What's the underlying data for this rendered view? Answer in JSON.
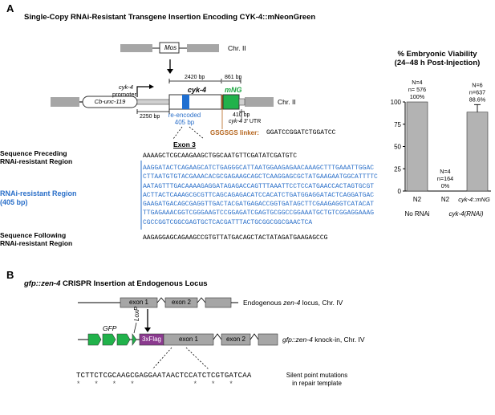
{
  "panel_a": {
    "letter": "A",
    "title": "Single-Copy RNAi-Resistant Transgene Insertion Encoding CYK-4::mNeonGreen",
    "mos_label": "Mos",
    "chr_ii_top": "Chr. II",
    "chr_ii_bottom": "Chr. II",
    "bp_2420": "2420 bp",
    "bp_861": "861 bp",
    "bp_2250": "2250 bp",
    "bp_410": "410 bp",
    "cyk4_gene": "cyk-4",
    "mng_label": "mNG",
    "promoter_gene": "cyk-4",
    "promoter_word": "promoter",
    "cb_unc": "Cb-unc-119",
    "utr_gene": "cyk-4 3'",
    "utr_word": "UTR",
    "reencoded_line1": "re-encoded",
    "reencoded_line2": "405 bp",
    "linker_label": "GSGSGS linker:",
    "linker_seq": "GGATCCGGATCTGGATCC",
    "exon3": "Exon 3",
    "preceding_l1": "Sequence Preceding",
    "preceding_l2": "RNAi-resistant Region",
    "preceding_seq": "AAAAGCTCGCAAGAAGCTGGCAATGTTCGATATCGATGTC",
    "rnai_l1": "RNAi-resistant Region",
    "rnai_l2": "(405 bp)",
    "rnai_seq": [
      "AAGGATACTCAGAAGCATCTGAGGGCATTAATGGAAGAGAACAAAGCTTTGAAATTGGAC",
      "CTTAATGTGTACGAAACACGCGAGAAGCAGCTCAAGGAGCGCTATGAAGAATGGCATTTTC",
      "AATAGTTTGACAAAAGAGGATAGAGACCAGTTTAAATTCCTCCATGAACCACTAGTGCGT",
      "ACTTACTCAAAGCGCGTTCAGCAGAGACATCCACATCTGATGGAGGATACTCAGGATGAC",
      "GAAGATGACAGCGAGGTTGACTACGATGAGACCGGTGATAGCTTCGAAGAGGTCATACAT",
      "TTGAGAAACGGTCGGGAAGTCCGGAGATCGAGTGCGGCCGGAAATGCTGTCGGAGGAAAG",
      "CGCCGGTCGGCGAGTGCTCACGATTTACTGCGGCGGCGAACTCA"
    ],
    "following_l1": "Sequence Following",
    "following_l2": "RNAi-resistant Region",
    "following_seq": "AAGAGGAGCAGAAGCCGTGTTATGACAGCTACTATAGATGAAGAGCCG"
  },
  "chart": {
    "title_l1": "% Embryonic Viability",
    "title_l2": "(24–48 h Post-Injection)",
    "y_ticks": [
      "100",
      "75",
      "50",
      "25",
      "0"
    ],
    "bar_labels": [
      [
        "N=4",
        "n= 576",
        "100%"
      ],
      [
        "N=4",
        "n=164",
        "0%"
      ],
      [
        "N=6",
        "n=637",
        "88.6%"
      ]
    ],
    "cat_n2_a": "N2",
    "cat_n2_b": "N2",
    "cat_cyk": "cyk-4::mNG",
    "group_norna": "No RNAi",
    "group_rnai": "cyk-4(RNAi)"
  },
  "chart_data": {
    "type": "bar",
    "categories": [
      "N2 (No RNAi)",
      "N2 (cyk-4(RNAi))",
      "cyk-4::mNG (cyk-4(RNAi))"
    ],
    "values": [
      100,
      0,
      88.6
    ],
    "error_upper": [
      null,
      null,
      97
    ],
    "title": "% Embryonic Viability (24–48 h Post-Injection)",
    "ylim": [
      0,
      100
    ],
    "yticks": [
      0,
      25,
      50,
      75,
      100
    ],
    "bar_color": "#b3b3b3"
  },
  "panel_b": {
    "letter": "B",
    "title_gene": "gfp::zen-4",
    "title_rest": "CRISPR Insertion at Endogenous Locus",
    "exon1_top": "exon 1",
    "exon2_top": "exon 2",
    "locus_pre": "Endogenous",
    "locus_gene": "zen-4",
    "locus_post": "locus, Chr. IV",
    "gfp": "GFP",
    "loxp": "LoxP",
    "flag": "3xFlag",
    "exon1_bot": "exon 1",
    "exon2_bot": "exon 2",
    "knockin_gene": "gfp::zen-4",
    "knockin_post": "knock-in, Chr. IV",
    "repair_seq": "TCTTCTCGCAAGCGAGGAATAACTCCATCTCGTGATCAA",
    "stars": "*   *   *   *             *   *   *",
    "silent_l1": "Silent point mutations",
    "silent_l2": "in repair template"
  },
  "colors": {
    "gray": "#a6a6a6",
    "blue": "#1f6fd1",
    "green": "#21b24b",
    "purple": "#8b3a8f",
    "orange": "#b5651d"
  }
}
